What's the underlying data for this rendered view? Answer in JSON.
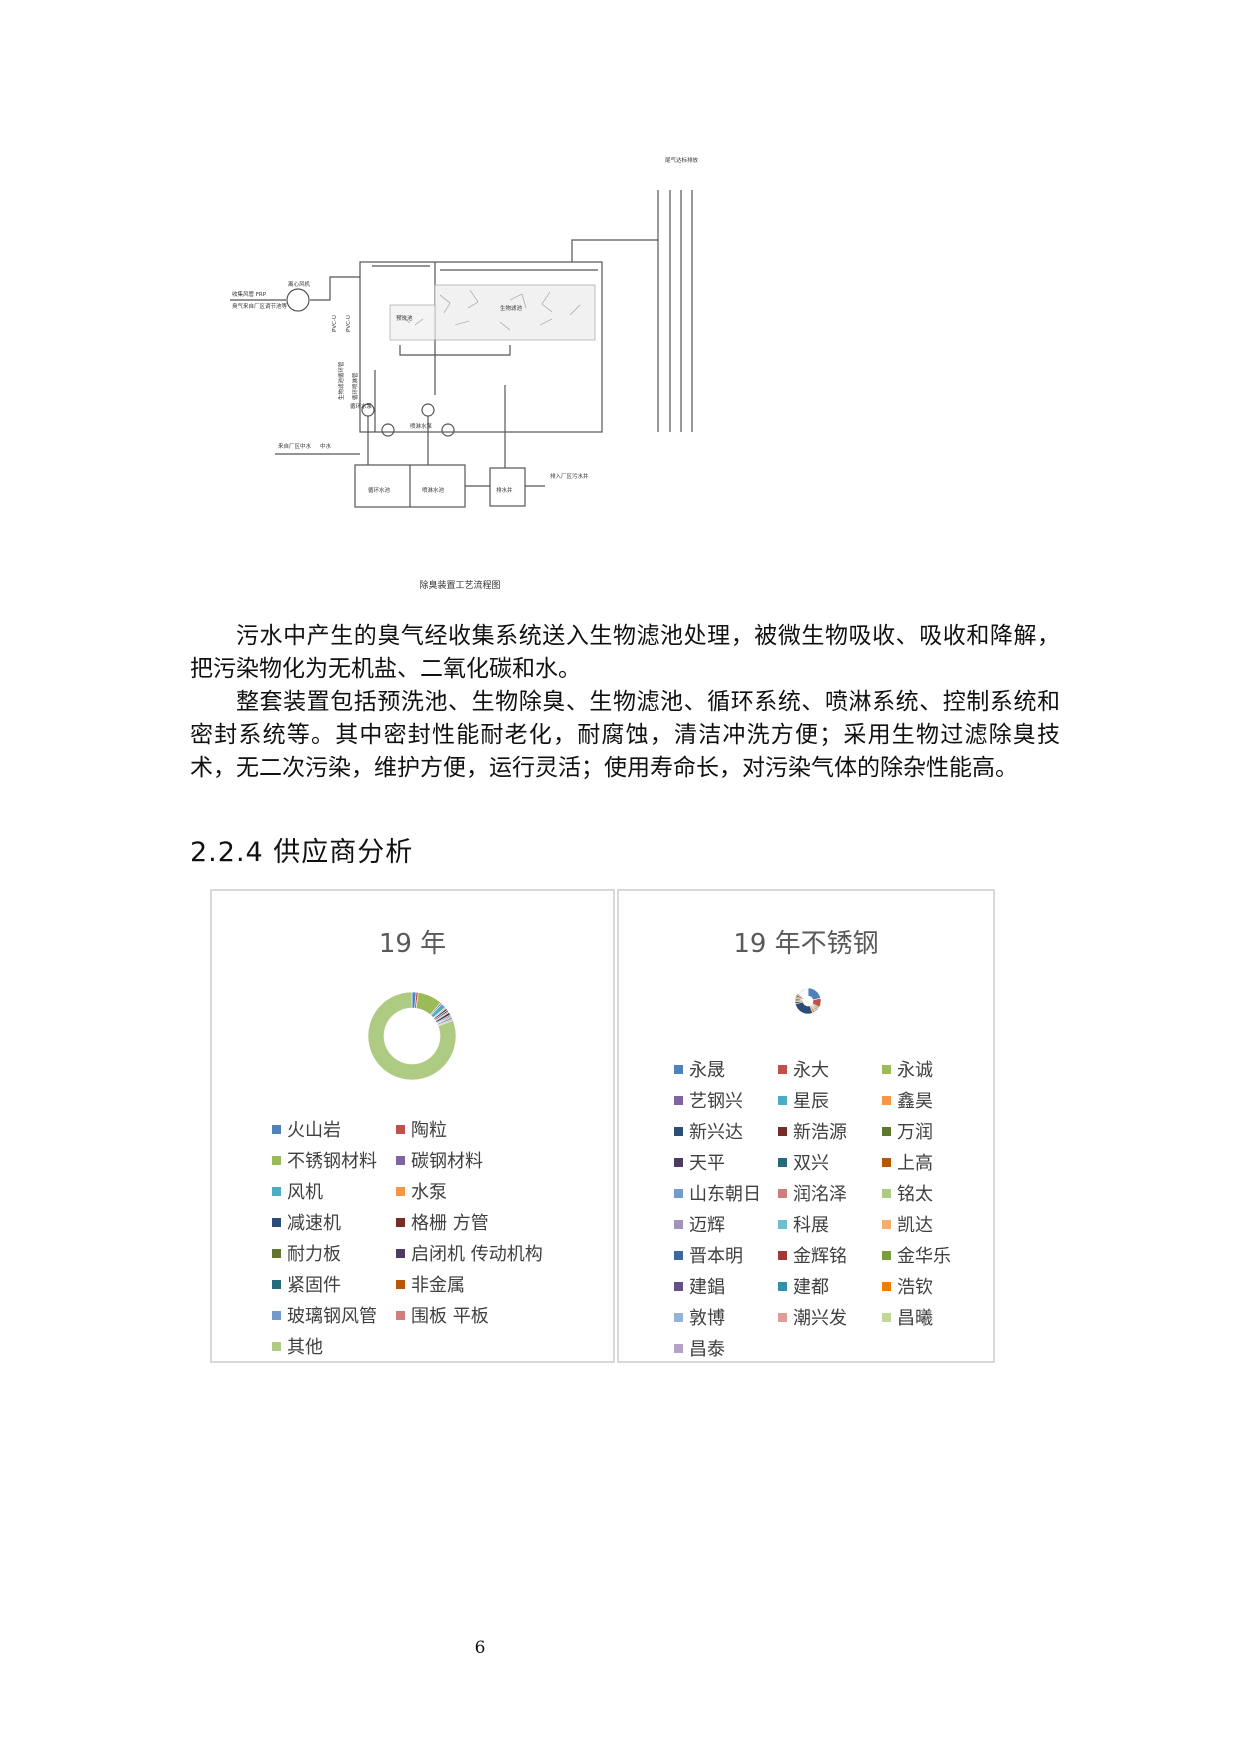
{
  "figure": {
    "caption": "除臭装置工艺流程图",
    "labels": {
      "top_right": "尾气达标排放",
      "inlet_a": "收集风管 FRP",
      "inlet_b": "臭气来自厂区调节池等",
      "fan": "离心风机",
      "pipe_a": "PVC-U",
      "pipe_b": "PVC-U",
      "pretreat": "预洗池",
      "bio": "生物滤池",
      "circ_pump": "循环水泵",
      "spray_pump": "喷淋水泵",
      "water_in": "来自厂区中水",
      "water_label": "中水",
      "tank1": "循环水池",
      "tank2": "喷淋水池",
      "drain": "排水井",
      "drain_out": "排入厂区污水井",
      "vert1": "生物滤池循环管",
      "vert2": "循环喷淋管"
    }
  },
  "paragraphs": [
    "污水中产生的臭气经收集系统送入生物滤池处理，被微生物吸收、吸收和降解，把污染物化为无机盐、二氧化碳和水。",
    "整套装置包括预洗池、生物除臭、生物滤池、循环系统、喷淋系统、控制系统和密封系统等。其中密封性能耐老化，耐腐蚀，清洁冲洗方便；采用生物过滤除臭技术，无二次污染，维护方便，运行灵活；使用寿命长，对污染气体的除杂性能高。"
  ],
  "section_heading": "2.2.4  供应商分析",
  "chart_data": [
    {
      "type": "pie",
      "title": "19 年",
      "categories": [
        "火山岩",
        "陶粒",
        "不锈钢材料",
        "碳钢材料",
        "风机",
        "水泵",
        "减速机",
        "格栅 方管",
        "耐力板",
        "启闭机 传动机构",
        "紧固件",
        "非金属",
        "玻璃钢风管",
        "围板 平板",
        "其他"
      ],
      "values": [
        1.5,
        0.8,
        9.0,
        0.6,
        1.8,
        0.5,
        0.8,
        0.6,
        0.4,
        1.0,
        0.5,
        0.4,
        0.8,
        0.5,
        80.8
      ],
      "colors": [
        "#4f81bd",
        "#c0504d",
        "#9bbb59",
        "#8064a2",
        "#4bacc6",
        "#f79646",
        "#2c4d75",
        "#772c2a",
        "#5f7530",
        "#4d3b62",
        "#276a7c",
        "#b65708",
        "#729aca",
        "#d07e7c",
        "#aecb83"
      ],
      "legend": "bottom"
    },
    {
      "type": "pie",
      "title": "19 年不锈钢",
      "categories": [
        "永晟",
        "永大",
        "永诚",
        "艺钢兴",
        "星辰",
        "鑫昊",
        "新兴达",
        "新浩源",
        "万润",
        "天平",
        "双兴",
        "上高",
        "山东朝日",
        "润洺泽",
        "铭太",
        "迈辉",
        "科展",
        "凯达",
        "晋本明",
        "金辉铭",
        "金华乐",
        "建錩",
        "建都",
        "浩钦",
        "敦博",
        "潮兴发",
        "昌曦",
        "昌泰"
      ],
      "values": [
        22,
        12,
        3,
        2,
        2,
        4,
        28,
        3,
        2,
        2,
        2,
        3,
        2,
        1,
        1,
        1,
        1,
        1,
        1,
        1,
        1,
        1,
        1,
        1,
        1,
        1,
        1,
        1
      ],
      "colors": [
        "#4f81bd",
        "#c0504d",
        "#9bbb59",
        "#8064a2",
        "#4bacc6",
        "#f79646",
        "#2c4d75",
        "#772c2a",
        "#5f7530",
        "#4d3b62",
        "#276a7c",
        "#b65708",
        "#729aca",
        "#d07e7c",
        "#aecb83",
        "#a193b9",
        "#6fbdd1",
        "#f9ab6b",
        "#3a67a0",
        "#a03a38",
        "#7d9c3e",
        "#66508a",
        "#3490a8",
        "#f47b00",
        "#95b3d7",
        "#e19b9a",
        "#c4d79b",
        "#b3a2c7"
      ],
      "legend": "bottom"
    }
  ],
  "page_number": "6"
}
